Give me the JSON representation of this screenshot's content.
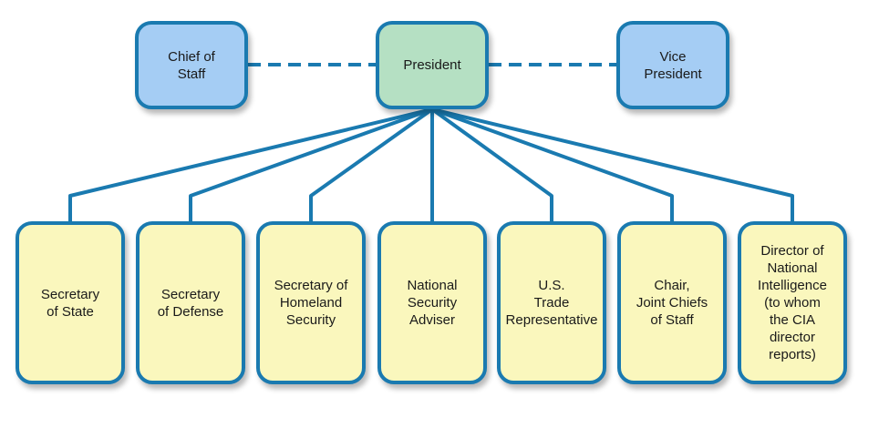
{
  "top_row": {
    "left": "Chief of\nStaff",
    "center": "President",
    "right": "Vice\nPresident"
  },
  "members": [
    "Secretary\nof State",
    "Secretary\nof Defense",
    "Secretary of\nHomeland\nSecurity",
    "National\nSecurity\nAdviser",
    "U.S.\nTrade\nRepresentative",
    "Chair,\nJoint Chiefs\nof Staff",
    "Director of\nNational\nIntelligence\n(to whom\nthe CIA\ndirector\nreports)"
  ],
  "colors": {
    "line": "#1a7ab0",
    "advisor_fill": "#a5cdf4",
    "president_fill": "#b5e0c3",
    "member_fill": "#faf7bd"
  }
}
